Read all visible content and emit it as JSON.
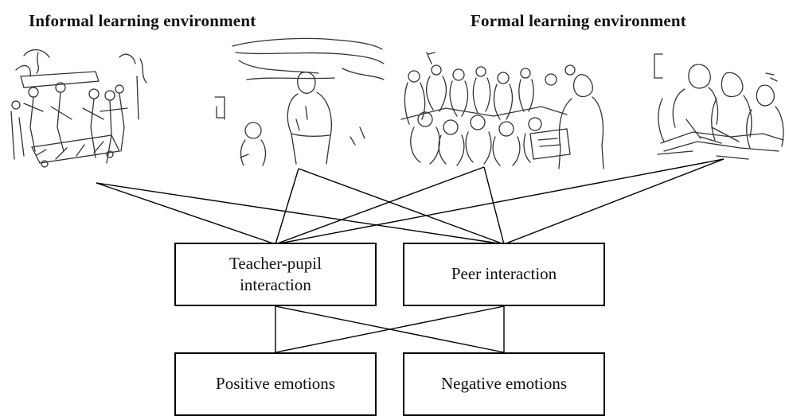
{
  "headings": {
    "informal": "Informal learning environment",
    "formal": "Formal learning environment"
  },
  "illustrations": [
    {
      "name": "outdoor-group-pushing-cart",
      "environment": "informal"
    },
    {
      "name": "adult-and-child-in-room",
      "environment": "informal"
    },
    {
      "name": "classroom-with-seated-pupils",
      "environment": "formal"
    },
    {
      "name": "small-group-at-table",
      "environment": "formal"
    }
  ],
  "interactions": {
    "teacher_pupil": "Teacher-pupil interaction",
    "peer": "Peer interaction"
  },
  "emotions": {
    "positive": "Positive emotions",
    "negative": "Negative emotions"
  },
  "colors": {
    "line": "#000000",
    "sketch": "#333333",
    "background": "#ffffff"
  }
}
